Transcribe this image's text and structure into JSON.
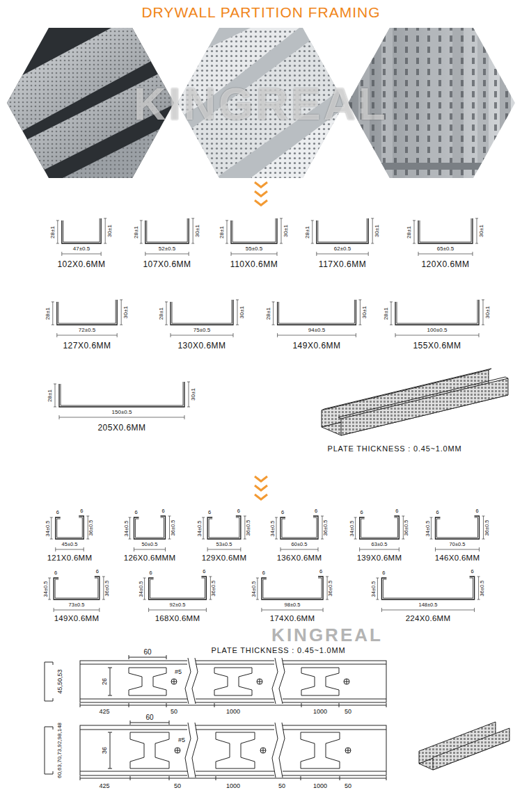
{
  "diagram": {
    "title": "DRYWALL PARTITION FRAMING",
    "labels": [
      "28±1",
      "30±1",
      "47±0.5",
      "102X0.6MM",
      "28±1",
      "30±1",
      "52±0.5",
      "107X0.6MM",
      "28±1",
      "30±1",
      "55±0.5",
      "110X0.6MM",
      "28±1",
      "30±1",
      "62±0.5",
      "117X0.6MM",
      "28±1",
      "30±1",
      "65±0.5",
      "120X0.6MM",
      "28±1",
      "30±1",
      "72±0.5",
      "127X0.6MM",
      "28±1",
      "30±1",
      "75±0.5",
      "130X0.6MM",
      "28±1",
      "30±1",
      "94±0.5",
      "149X0.6MM",
      "28±1",
      "30±1",
      "100±0.5",
      "155X0.6MM",
      "28±1",
      "30±1",
      "150±0.5",
      "205X0.6MM",
      "PLATE THICKNESS : 0.45~1.0MM",
      "6",
      "6",
      "34±0.5",
      "36±0.5",
      "45±0.5",
      "121X0.6MM",
      "6",
      "6",
      "34±0.5",
      "36±0.5",
      "50±0.5",
      "126X0.6MMM",
      "6",
      "6",
      "34±0.5",
      "36±0.5",
      "53±0.5",
      "129X0.6MM",
      "6",
      "6",
      "34±0.5",
      "36±0.5",
      "60±0.5",
      "136X0.6MM",
      "6",
      "6",
      "34±0.5",
      "36±0.5",
      "63±0.5",
      "139X0.6MM",
      "6",
      "6",
      "34±0.5",
      "36±0.5",
      "70±0.5",
      "146X0.6MM",
      "6",
      "6",
      "34±0.5",
      "36±0.5",
      "73±0.5",
      "149X0.6MM",
      "6",
      "6",
      "34±0.5",
      "36±0.5",
      "92±0.5",
      "168X0.6MM",
      "6",
      "6",
      "34±0.5",
      "36±0.5",
      "98±0.5",
      "174X0.6MM",
      "6",
      "6",
      "34±0.5",
      "36±0.5",
      "148±0.5",
      "224X0.6MM",
      "PLATE THICKNESS : 0.45~1.0MM",
      "60",
      "#5",
      "26",
      "45,50,53",
      "425",
      "50",
      "1000",
      "1000",
      "50",
      "60",
      "#5",
      "36",
      "60,63,70,73,92,98,148",
      "425",
      "50",
      "1000",
      "50",
      "1000",
      "50",
      "KINGREAL",
      "KINGREAL"
    ]
  }
}
